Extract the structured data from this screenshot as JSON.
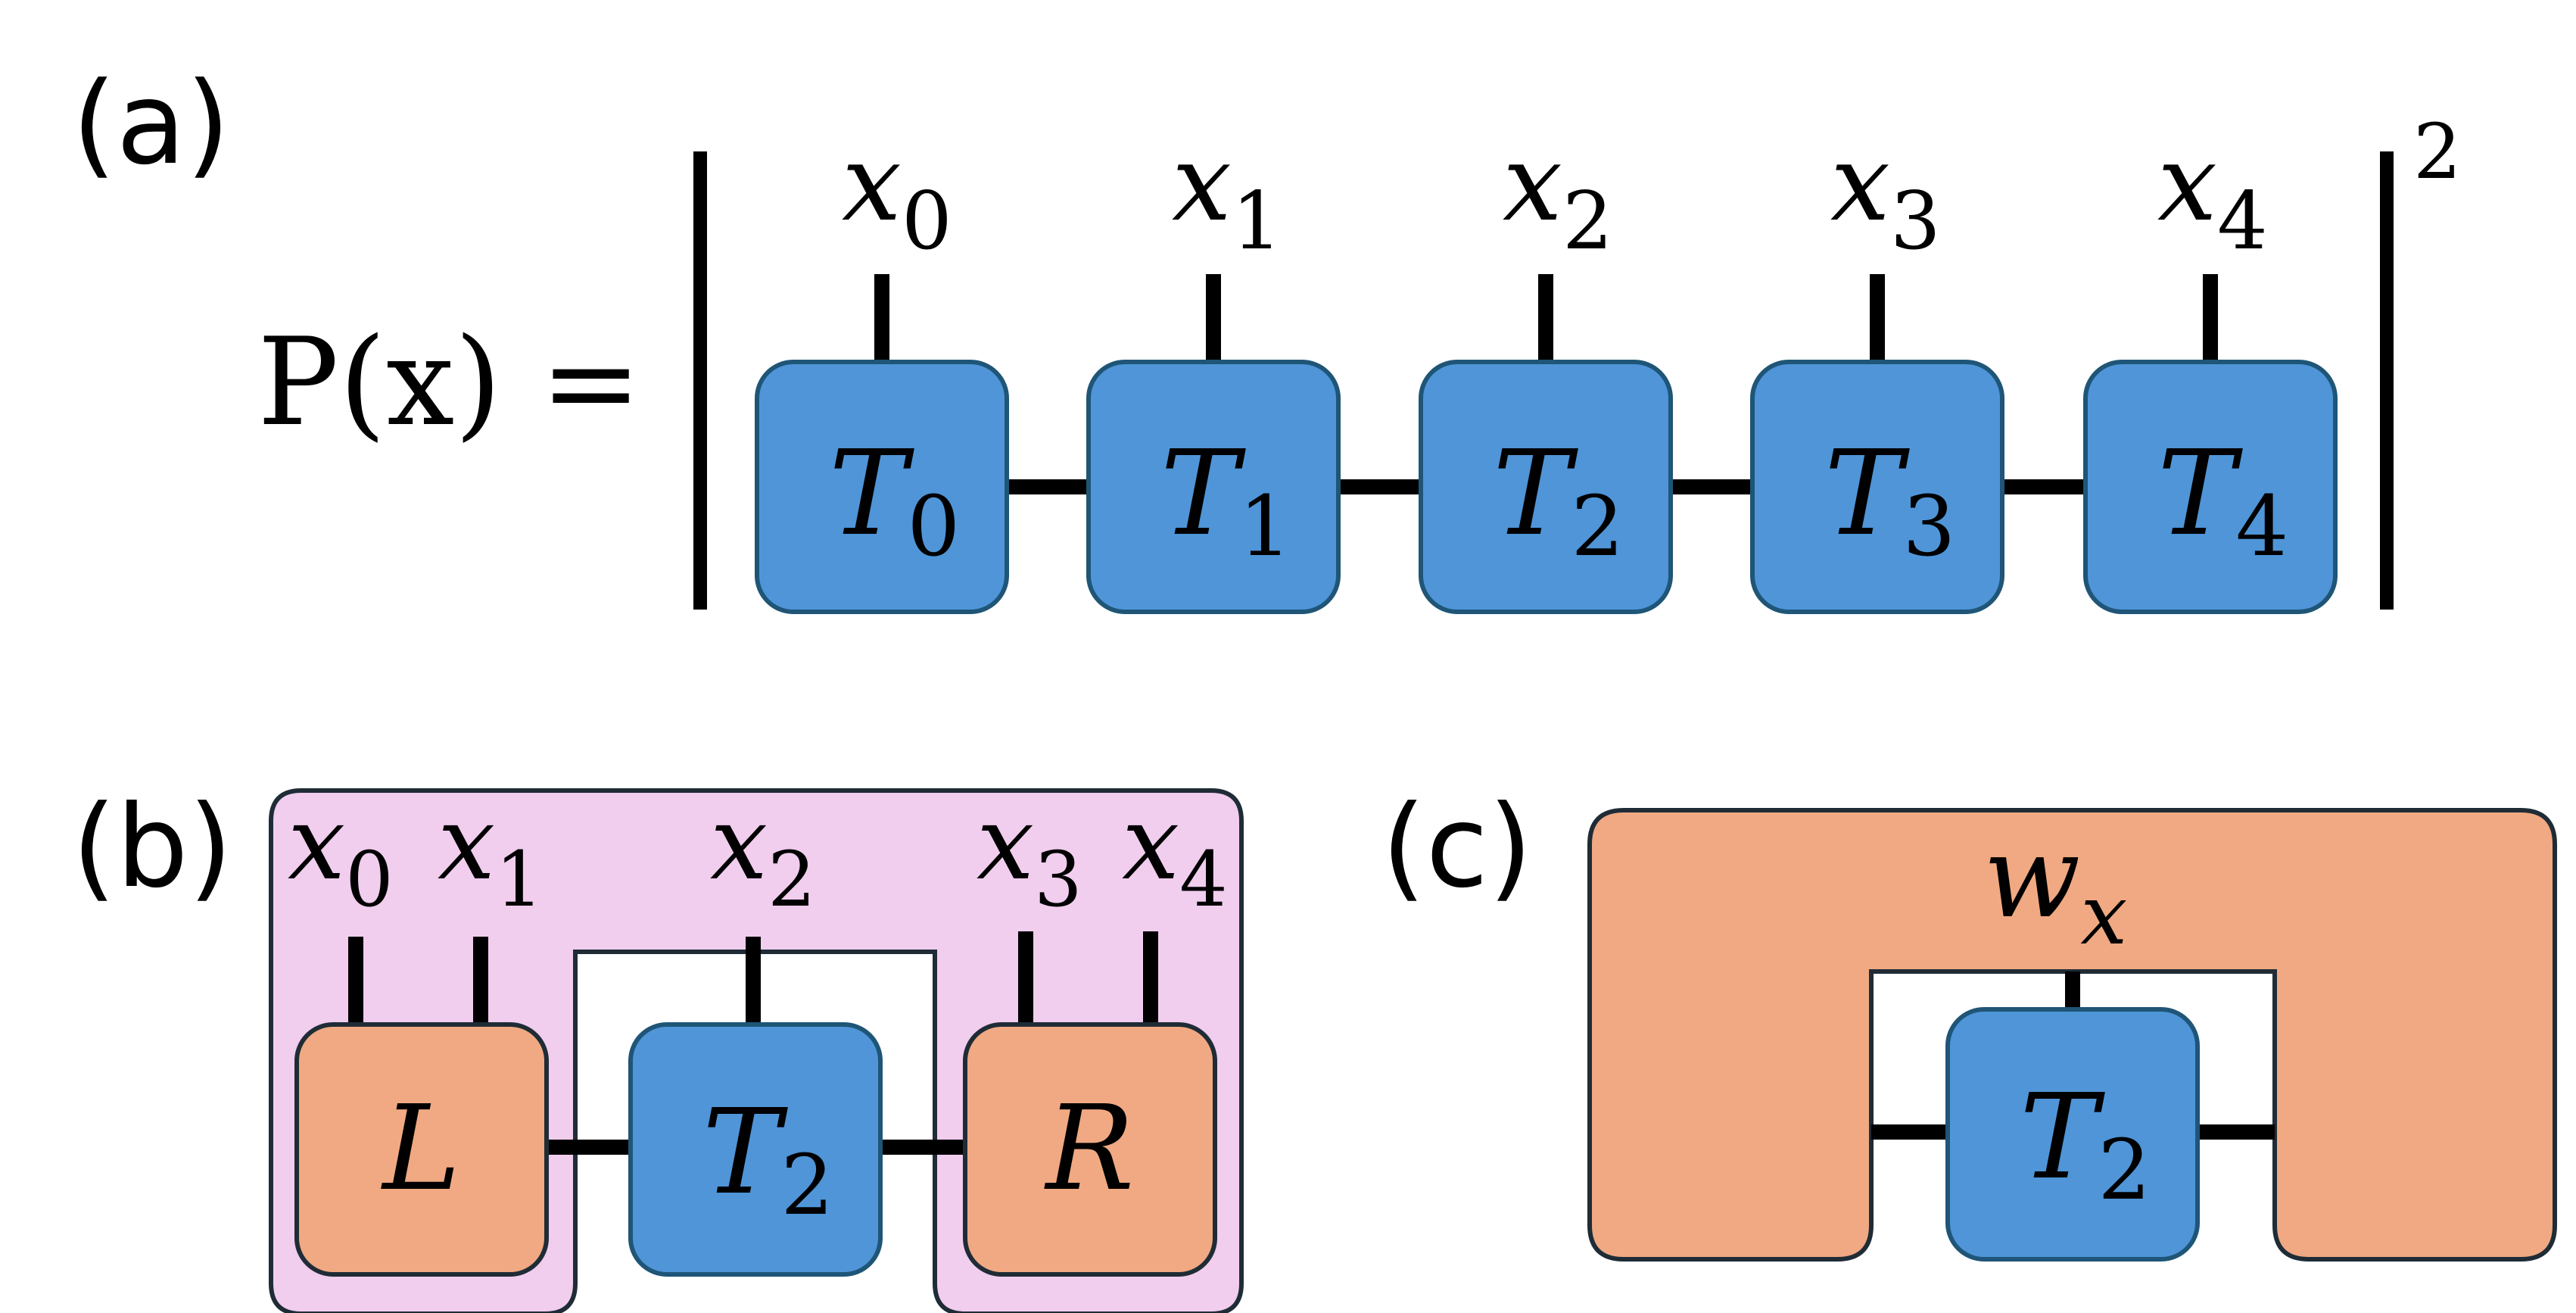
{
  "panel_a": {
    "label": "(a)",
    "lhs": "P(x) =",
    "exponent": "2",
    "physical_index_symbol": "x",
    "physical_indices": [
      "0",
      "1",
      "2",
      "3",
      "4"
    ],
    "tensor_symbol": "T",
    "tensor_indices": [
      "0",
      "1",
      "2",
      "3",
      "4"
    ]
  },
  "panel_b": {
    "label": "(b)",
    "physical_index_symbol": "x",
    "physical_indices": [
      "0",
      "1",
      "2",
      "3",
      "4"
    ],
    "left_env": "L",
    "center_symbol": "T",
    "center_index": "2",
    "right_env": "R"
  },
  "panel_c": {
    "label": "(c)",
    "env_symbol": "w",
    "env_index": "x",
    "center_symbol": "T",
    "center_index": "2"
  },
  "colors": {
    "tensor_blue": "#4f95d8",
    "tensor_border": "#1f5577",
    "environment_orange": "#f0a982",
    "group_pink": "#f1cdee"
  }
}
